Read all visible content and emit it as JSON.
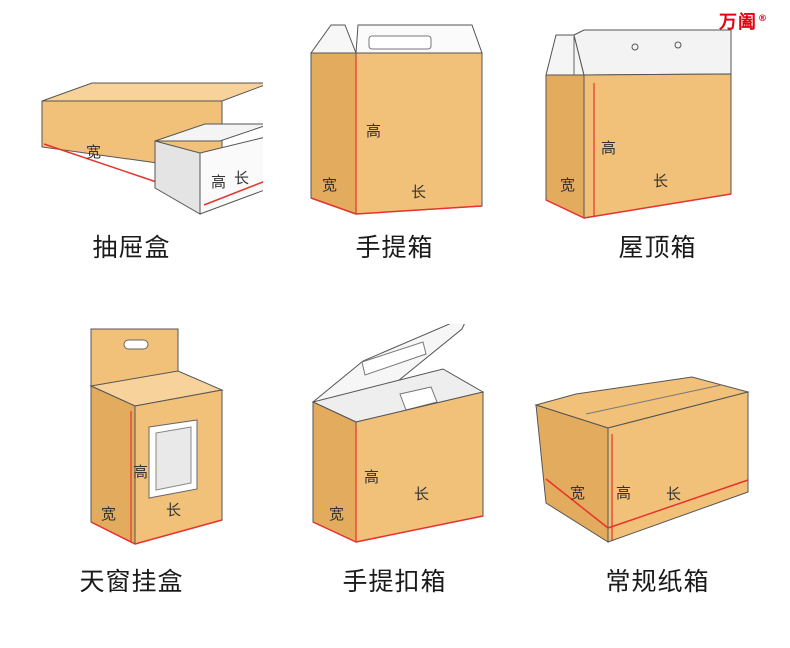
{
  "brand": {
    "name": "万阖",
    "mark": "®"
  },
  "dims": {
    "width": "宽",
    "height": "高",
    "length": "长"
  },
  "boxes": [
    {
      "caption": "抽屉盒"
    },
    {
      "caption": "手提箱"
    },
    {
      "caption": "屋顶箱"
    },
    {
      "caption": "天窗挂盒"
    },
    {
      "caption": "手提扣箱"
    },
    {
      "caption": "常规纸箱"
    }
  ],
  "colors": {
    "kraft": "#f2c179",
    "kraft_dark": "#e3ab5e",
    "kraft_light": "#f7d29a",
    "white_panel": "#f1f1f1",
    "outline": "#555555",
    "red_edge": "#e8332c"
  }
}
